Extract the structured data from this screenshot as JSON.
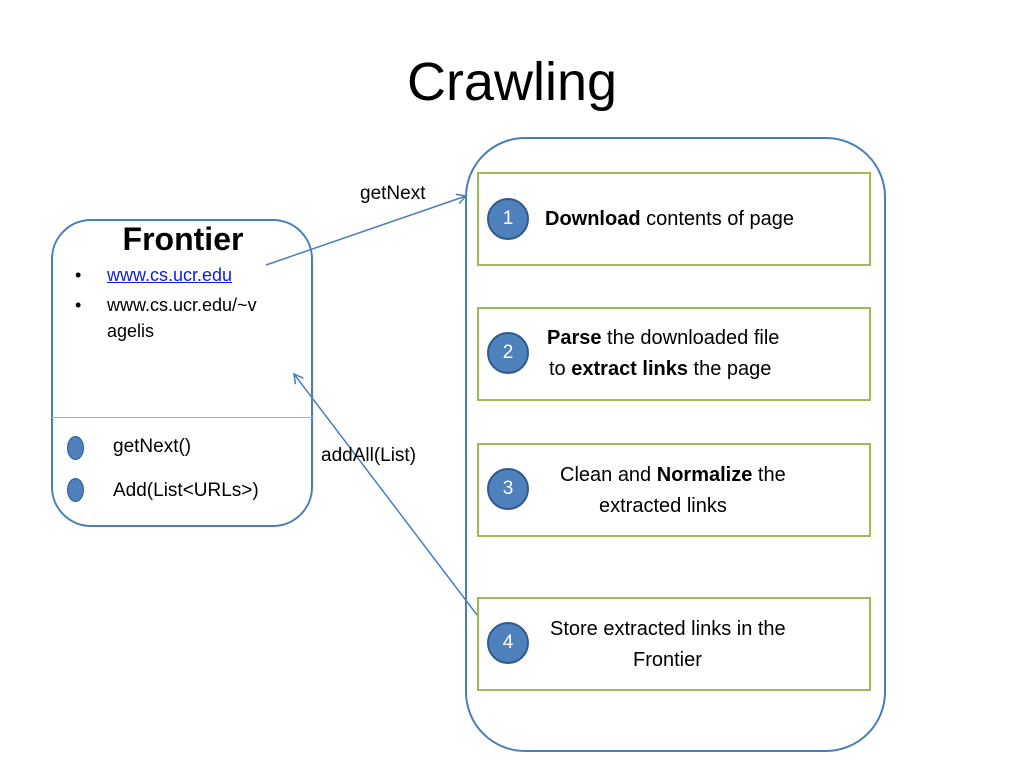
{
  "slide": {
    "title": "Crawling"
  },
  "frontier": {
    "title": "Frontier",
    "bullet_glyph": "•",
    "urls": [
      "www.cs.ucr.edu",
      "www.cs.ucr.edu/~v",
      "agelis"
    ],
    "methods": [
      "getNext()",
      "Add(List<URLs>)"
    ]
  },
  "edges": {
    "get_next": "getNext",
    "add_all": "addAll(List)"
  },
  "steps": [
    {
      "number": "1",
      "bold1": "Download",
      "text1": " contents of page"
    },
    {
      "number": "2",
      "bold1": "Parse",
      "text1": " the downloaded file",
      "pre2": "to ",
      "bold2": "extract links",
      "text2": " the page"
    },
    {
      "number": "3",
      "pre1": "Clean and ",
      "bold1": "Normalize",
      "text1": " the",
      "text2": "extracted links"
    },
    {
      "number": "4",
      "text1": "Store extracted links in the",
      "text2": "Frontier"
    }
  ],
  "colors": {
    "box_border": "#4a7ebb",
    "step_border": "#9bbb59",
    "step_number_fill": "#4f81bd",
    "link": "#0b1fd6"
  }
}
